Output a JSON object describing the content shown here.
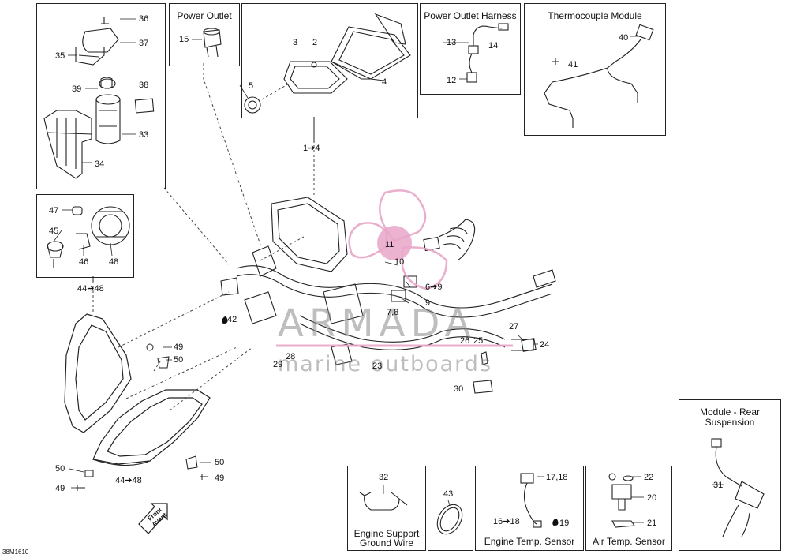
{
  "sheet_code": "38M1610",
  "front_label": [
    "Front",
    "Avant"
  ],
  "watermark": {
    "brand": "ARMADA",
    "tagline": "marine outboards"
  },
  "boxes": {
    "power_outlet": "Power Outlet",
    "power_outlet_harness": "Power Outlet Harness",
    "thermocouple_module": "Thermocouple Module",
    "module_rear_suspension": [
      "Module - Rear",
      "Suspension"
    ],
    "engine_support_ground_wire": [
      "Engine Support",
      "Ground Wire"
    ],
    "engine_temp_sensor": "Engine Temp. Sensor",
    "air_temp_sensor": "Air Temp. Sensor"
  },
  "callouts": {
    "c36": "36",
    "c37": "37",
    "c35": "35",
    "c39": "39",
    "c38": "38",
    "c33": "33",
    "c34": "34",
    "c15": "15",
    "c3": "3",
    "c2": "2",
    "c5": "5",
    "c4": "4",
    "c13": "13",
    "c14": "14",
    "c12": "12",
    "c40": "40",
    "c41": "41",
    "c1to4": "1➔4",
    "c47": "47",
    "c45": "45",
    "c46": "46",
    "c48": "48",
    "c44to48_top": "44➔48",
    "c11": "11",
    "c10": "10",
    "c6to9": "6➔9",
    "c9": "9",
    "c78": "7,8",
    "c42": "42",
    "c27": "27",
    "c24": "24",
    "c26": "26",
    "c25": "25",
    "c28": "28",
    "c29": "29",
    "c23": "23",
    "c30": "30",
    "c49a": "49",
    "c50a": "50",
    "c50b": "50",
    "c50c": "50",
    "c49b": "49",
    "c49c": "49",
    "c44to48_bottom": "44➔48",
    "c31": "31",
    "c32": "32",
    "c43": "43",
    "c1718": "17,18",
    "c16to18": "16➔18",
    "c19": "19",
    "c22": "22",
    "c20": "20",
    "c21": "21"
  }
}
